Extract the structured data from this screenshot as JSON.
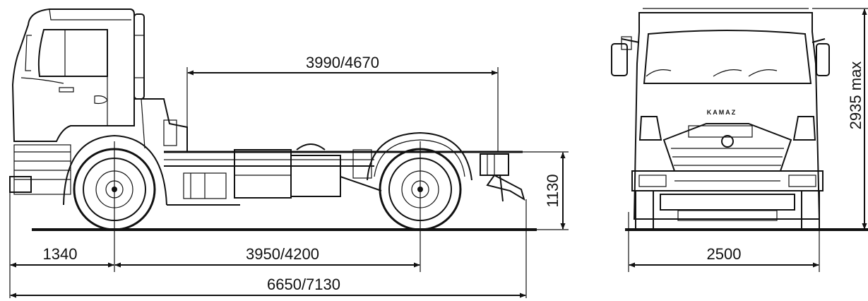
{
  "dimensions": {
    "cargo_length": "3990/4670",
    "front_overhang": "1340",
    "wheelbase": "3950/4200",
    "overall_length": "6650/7130",
    "frame_height": "1130",
    "width": "2500",
    "max_height": "2935 max"
  },
  "cab_badge": "KAMAZ"
}
